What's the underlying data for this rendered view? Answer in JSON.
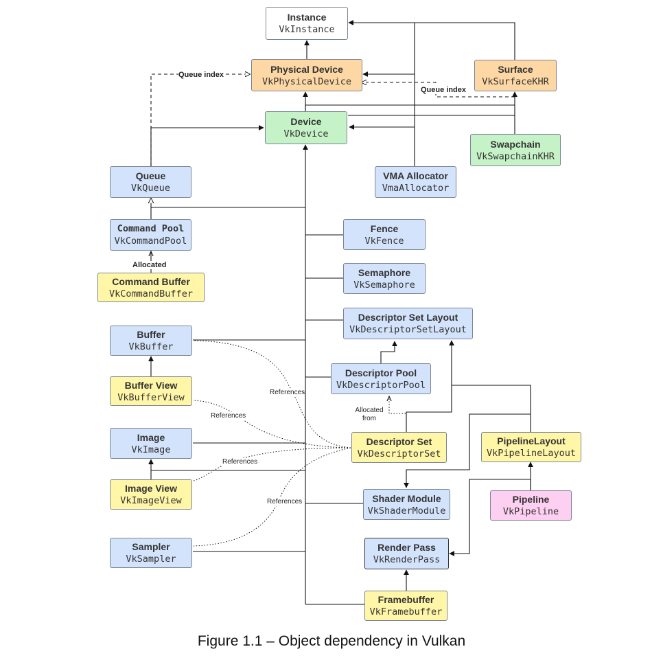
{
  "nodes": {
    "instance": {
      "title": "Instance",
      "code": "VkInstance"
    },
    "physical_device": {
      "title": "Physical Device",
      "code": "VkPhysicalDevice"
    },
    "surface": {
      "title": "Surface",
      "code": "VkSurfaceKHR"
    },
    "device": {
      "title": "Device",
      "code": "VkDevice"
    },
    "swapchain": {
      "title": "Swapchain",
      "code": "VkSwapchainKHR"
    },
    "queue": {
      "title": "Queue",
      "code": "VkQueue"
    },
    "vma_allocator": {
      "title": "VMA Allocator",
      "code": "VmaAllocator"
    },
    "command_pool": {
      "title": "Command Pool",
      "code": "VkCommandPool"
    },
    "fence": {
      "title": "Fence",
      "code": "VkFence"
    },
    "command_buffer": {
      "title": "Command Buffer",
      "code": "VkCommandBuffer"
    },
    "semaphore": {
      "title": "Semaphore",
      "code": "VkSemaphore"
    },
    "descriptor_set_layout": {
      "title": "Descriptor Set Layout",
      "code": "VkDescriptorSetLayout"
    },
    "buffer": {
      "title": "Buffer",
      "code": "VkBuffer"
    },
    "descriptor_pool": {
      "title": "Descriptor Pool",
      "code": "VkDescriptorPool"
    },
    "buffer_view": {
      "title": "Buffer View",
      "code": "VkBufferView"
    },
    "image": {
      "title": "Image",
      "code": "VkImage"
    },
    "descriptor_set": {
      "title": "Descriptor Set",
      "code": "VkDescriptorSet"
    },
    "pipeline_layout": {
      "title": "PipelineLayout",
      "code": "VkPipelineLayout"
    },
    "image_view": {
      "title": "Image View",
      "code": "VkImageView"
    },
    "shader_module": {
      "title": "Shader Module",
      "code": "VkShaderModule"
    },
    "pipeline": {
      "title": "Pipeline",
      "code": "VkPipeline"
    },
    "sampler": {
      "title": "Sampler",
      "code": "VkSampler"
    },
    "render_pass": {
      "title": "Render Pass",
      "code": "VkRenderPass"
    },
    "framebuffer": {
      "title": "Framebuffer",
      "code": "VkFramebuffer"
    }
  },
  "edge_labels": {
    "queue_index_1": "Queue index",
    "queue_index_2": "Queue index",
    "allocated": "Allocated",
    "allocated_from": "Allocated from",
    "references_1": "References",
    "references_2": "References",
    "references_3": "References",
    "references_4": "References"
  },
  "caption": "Figure 1.1 – Object dependency in Vulkan",
  "colors": {
    "white": "#ffffff",
    "orange": "#fdd7a4",
    "green": "#c6f2c8",
    "blue": "#d3e3fb",
    "yellow": "#fff6a8",
    "pink": "#fdcff0",
    "line": "#111111"
  }
}
